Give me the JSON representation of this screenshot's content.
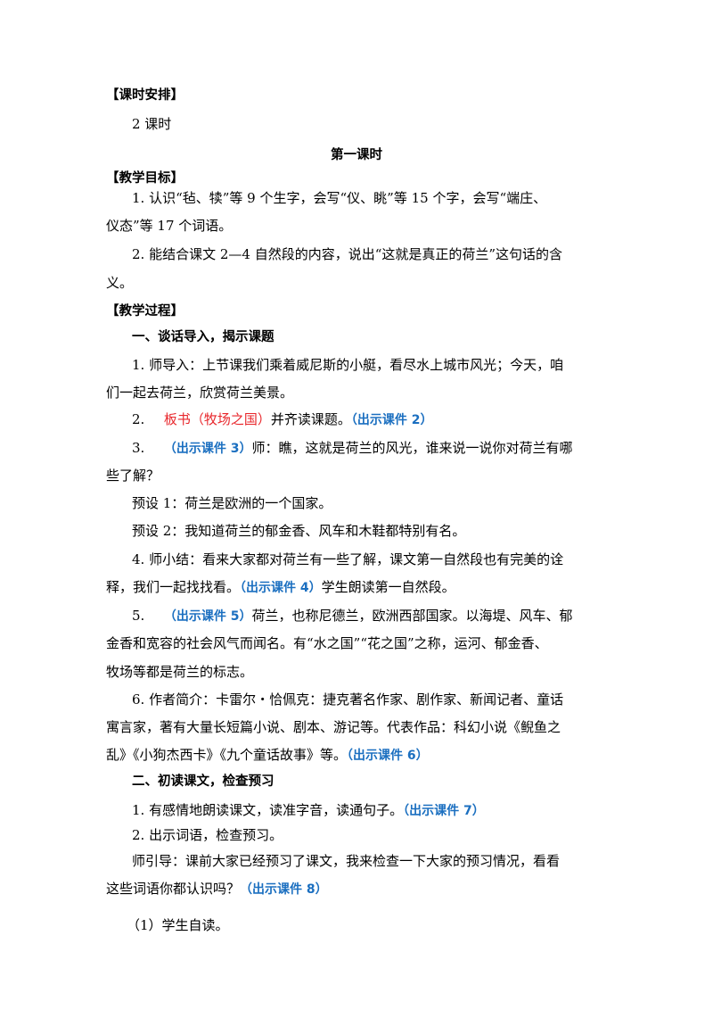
{
  "schedule": {
    "heading": "【课时安排】",
    "value": "2 课时"
  },
  "lesson_title": "第一课时",
  "goals": {
    "heading": "【教学目标】",
    "g1_l1": "1. 认识“毡、犊”等 9 个生字，会写“仪、眺”等 15 个字，会写“端庄、",
    "g1_l2": "仪态”等 17 个词语。",
    "g2_l1": "2. 能结合课文 2—4 自然段的内容，说出“这就是真正的荷兰”这句话的含",
    "g2_l2": "义。"
  },
  "process": {
    "heading": "【教学过程】",
    "s1": {
      "title": "一、谈话导入，揭示课题",
      "p1_l1": "1. 师导入：上节课我们乘着威尼斯的小艇，看尽水上城市风光；今天，咱",
      "p1_l2": "们一起去荷兰，欣赏荷兰美景。",
      "p2_num": "2.",
      "p2_board": "板书（牧场之国）",
      "p2_text": "并齐读课题。",
      "p2_ref": "（出示课件 2）",
      "p3_num": "3.",
      "p3_ref": "（出示课件 3）",
      "p3_text": "师：瞧，这就是荷兰的风光，谁来说一说你对荷兰有哪",
      "p3_l2": "些了解？",
      "preset1": "预设 1：荷兰是欧洲的一个国家。",
      "preset2": "预设 2：我知道荷兰的郁金香、风车和木鞋都特别有名。",
      "p4_l1": "4.  师小结：看来大家都对荷兰有一些了解，课文第一自然段也有完美的诠",
      "p4_l2a": "释，我们一起找找看。",
      "p4_ref": "（出示课件 4）",
      "p4_l2b": "学生朗读第一自然段。",
      "p5_num": "5.",
      "p5_ref": "（出示课件 5）",
      "p5_text": "荷兰，也称尼德兰，欧洲西部国家。以海堤、风车、郁",
      "p5_l2": "金香和宽容的社会风气而闻名。有“水之国”“花之国”之称，运河、郁金香、",
      "p5_l3": "牧场等都是荷兰的标志。",
      "p6_l1": "6.  作者简介：卡雷尔・恰佩克：捷克著名作家、剧作家、新闻记者、童话",
      "p6_l2": "寓言家，著有大量长短篇小说、剧本、游记等。代表作品：科幻小说《鲵鱼之",
      "p6_l3": "乱》《小狗杰西卡》《九个童话故事》等。",
      "p6_ref": "（出示课件 6）"
    },
    "s2": {
      "title": "二、初读课文，检查预习",
      "p1_text": "1. 有感情地朗读课文，读准字音，读通句子。",
      "p1_ref": "（出示课件 7）",
      "p2": "2. 出示词语，检查预习。",
      "p3_l1": "师引导：课前大家已经预习了课文，我来检查一下大家的预习情况，看看",
      "p3_l2": "这些词语你都认识吗？",
      "p3_ref": "（出示课件 8）",
      "p4": "（1）学生自读。"
    }
  },
  "colors": {
    "board": "#e8262b",
    "ref": "#1b6fc0"
  }
}
